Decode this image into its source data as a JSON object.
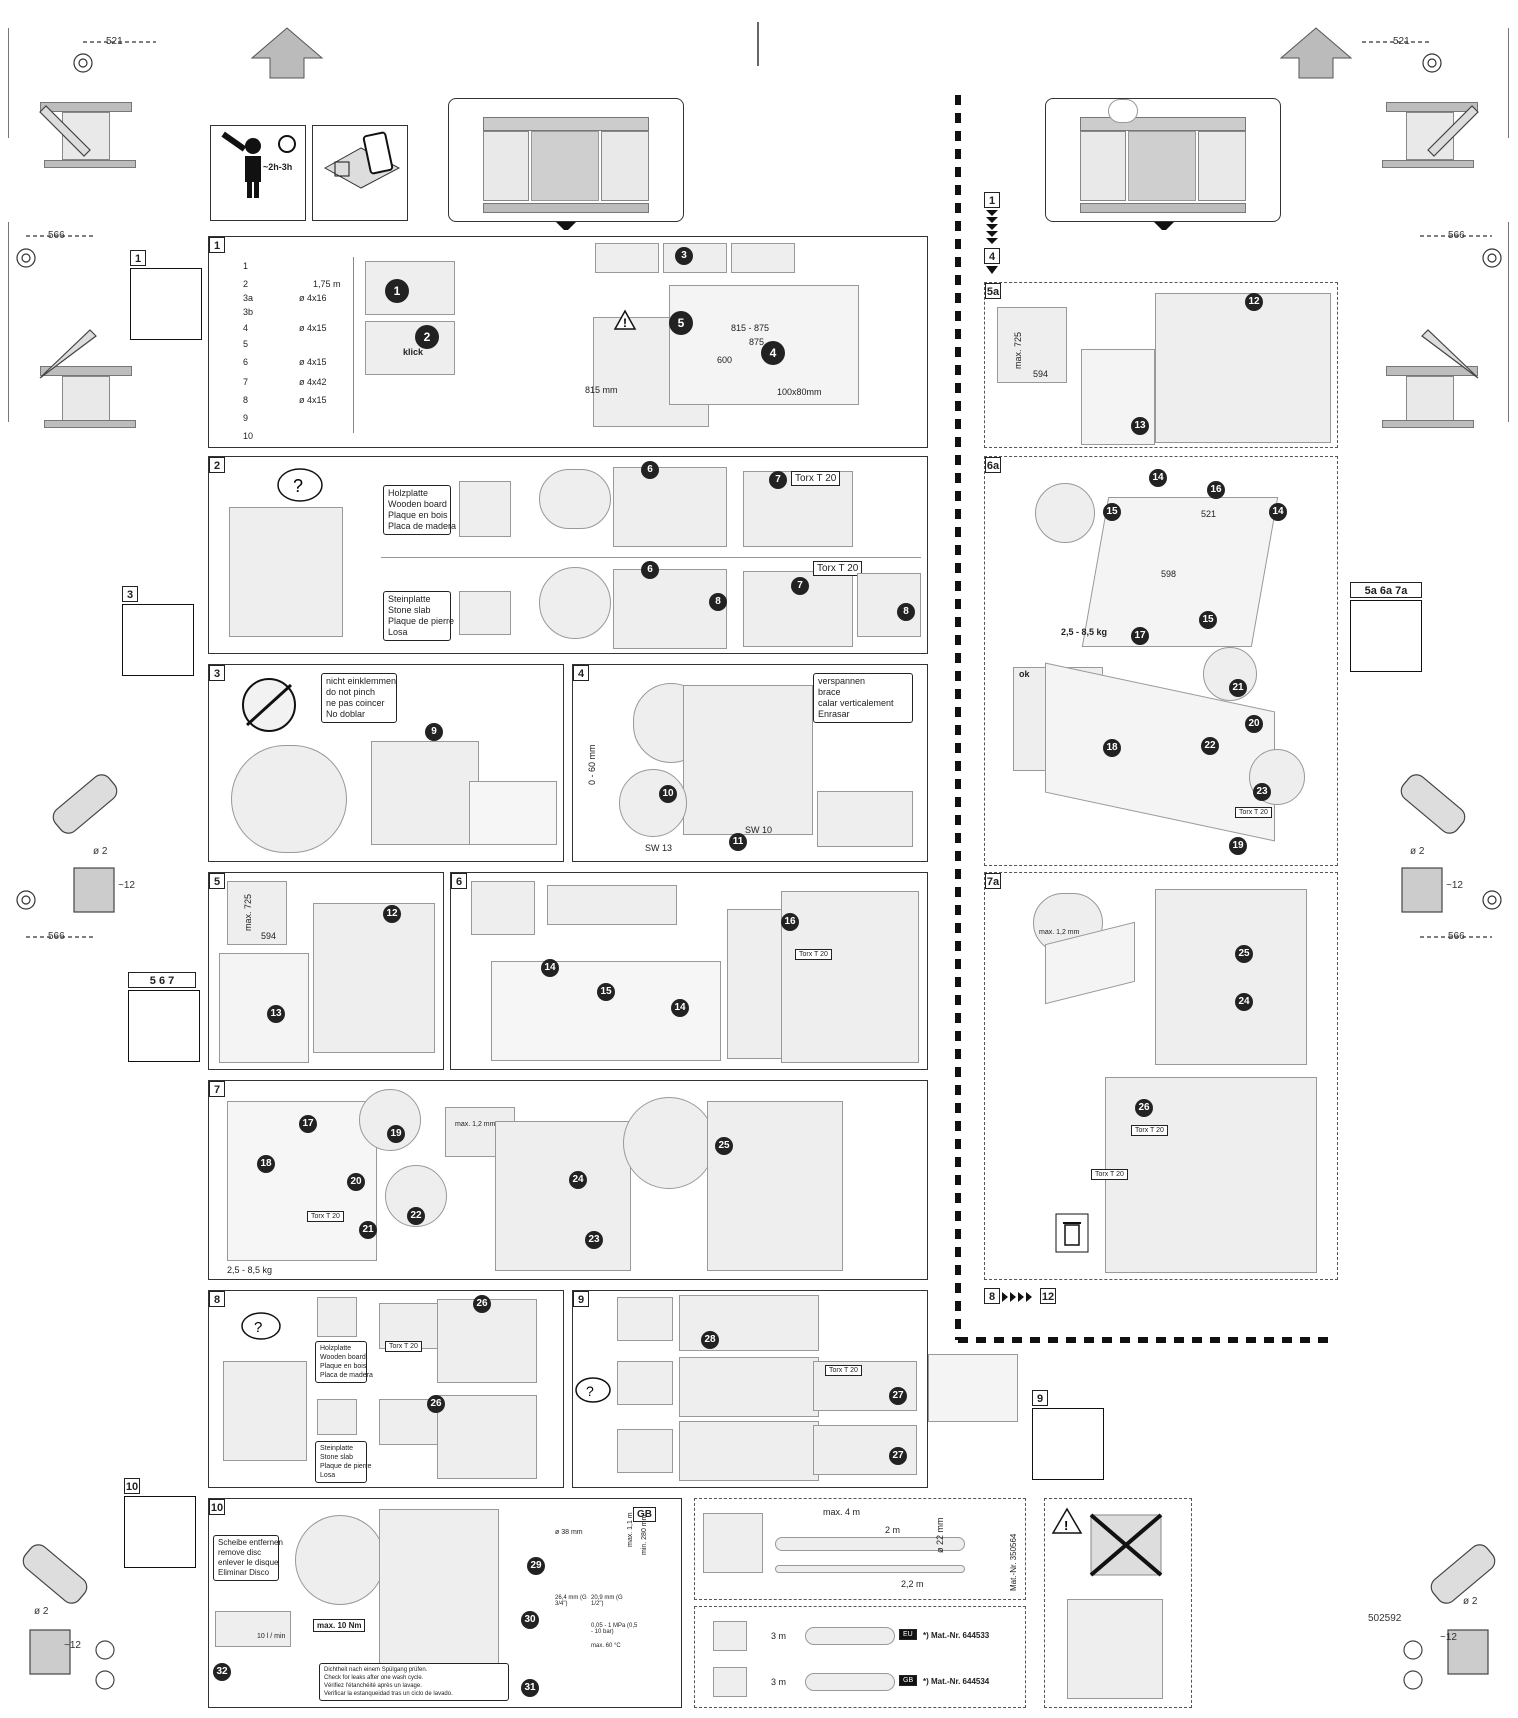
{
  "dimensions": {
    "top": "521",
    "mid": "566",
    "bottom_left": "566",
    "drill_dia": "ø 2",
    "drill_depth": "~12",
    "doc_number": "502592"
  },
  "header": {
    "time": "~2h-3h"
  },
  "right_flow": {
    "step_start": "1",
    "step_end": "4",
    "bottom_start": "8",
    "bottom_end": "12"
  },
  "qr_labels": {
    "q1": "1",
    "q3": "3",
    "q567": "5 6 7",
    "q5a": "5a 6a 7a",
    "q9": "9",
    "q10": "10"
  },
  "sections": {
    "s1": {
      "num": "1",
      "parts": [
        {
          "id": "1",
          "spec": ""
        },
        {
          "id": "2",
          "spec": "1,75 m"
        },
        {
          "id": "3a",
          "spec": "ø 4x16"
        },
        {
          "id": "3b",
          "spec": ""
        },
        {
          "id": "4",
          "spec": "ø 4x15"
        },
        {
          "id": "5",
          "spec": ""
        },
        {
          "id": "6",
          "spec": "ø 4x15"
        },
        {
          "id": "7",
          "spec": "ø 4x42"
        },
        {
          "id": "8",
          "spec": "ø 4x15"
        },
        {
          "id": "9",
          "spec": ""
        },
        {
          "id": "10",
          "spec": ""
        }
      ],
      "klick": "klick",
      "dims": {
        "d1": "815 - 875",
        "d2": "600",
        "d3": "875",
        "d4": "815 mm",
        "d5": "100x80mm"
      }
    },
    "s2": {
      "num": "2",
      "wood": [
        "Holzplatte",
        "Wooden board",
        "Plaque en bois",
        "Placa de madera"
      ],
      "stone": [
        "Steinplatte",
        "Stone slab",
        "Plaque de pierre",
        "Losa"
      ],
      "torx1": "Torx T 20",
      "torx2": "Torx T 20"
    },
    "s3": {
      "num": "3",
      "warn": [
        "nicht einklemmen",
        "do not pinch",
        "ne pas coincer",
        "No doblar"
      ]
    },
    "s4": {
      "num": "4",
      "brace": [
        "verspannen",
        "brace",
        "calar verticalement",
        "Enrasar"
      ],
      "range": "0 - 60 mm",
      "sw13": "SW 13",
      "sw10": "SW 10"
    },
    "s5": {
      "num": "5",
      "max": "max. 725",
      "w594": "594"
    },
    "s6": {
      "num": "6",
      "torx": "Torx T 20"
    },
    "s7": {
      "num": "7",
      "weight": "2,5 - 8,5 kg",
      "max": "max. 1,2 mm",
      "torx": "Torx T 20"
    },
    "s8": {
      "num": "8",
      "wood": [
        "Holzplatte",
        "Wooden board",
        "Plaque en bois",
        "Placa de madera"
      ],
      "stone": [
        "Steinplatte",
        "Stone slab",
        "Plaque de pierre",
        "Losa"
      ],
      "torx": "Torx T 20"
    },
    "s9": {
      "num": "9",
      "torx": "Torx T 20"
    },
    "s10": {
      "num": "10",
      "disc": [
        "Scheibe entfernen",
        "remove disc",
        "enlever le disque",
        "Eliminar Disco"
      ],
      "torque": "max. 10 Nm",
      "flow": "10 l / min",
      "lang": "GB",
      "hose": {
        "d38": "ø 38 mm",
        "max": "max. 1,1 m",
        "min": "min. 280 mm",
        "g34": "26,4 mm (G 3/4\")",
        "g12": "20,9 mm (G 1/2\")",
        "pressure": "0,05 - 1 MPa (0,5 - 10 bar)",
        "temp": "max. 60 °C"
      },
      "check": [
        "Dichtheit nach einem Spülgang prüfen.",
        "Check for leaks after one wash cycle.",
        "Vérifiez l'étanchéité après un lavage.",
        "Verificar la estanqueidad tras un ciclo de lavado."
      ]
    },
    "ext": {
      "max4": "max. 4 m",
      "m2": "2 m",
      "m22": "2,2 m",
      "d22": "ø 22 mm",
      "mat": "Mat.-Nr. 350564",
      "m3a": "3 m",
      "m3b": "3 m",
      "eu": "EU",
      "gb": "GB",
      "mat_eu": "*) Mat.-Nr. 644533",
      "mat_gb": "*) Mat.-Nr. 644534"
    },
    "s5a": {
      "num": "5a",
      "max": "max. 725",
      "w594": "594"
    },
    "s6a": {
      "num": "6a",
      "weight": "2,5 - 8,5 kg",
      "torx": "Torx T 20",
      "ok": "ok",
      "w521": "521",
      "w598": "598"
    },
    "s7a": {
      "num": "7a",
      "max": "max. 1,2 mm",
      "torx1": "Torx T 20",
      "torx2": "Torx T 20"
    }
  }
}
